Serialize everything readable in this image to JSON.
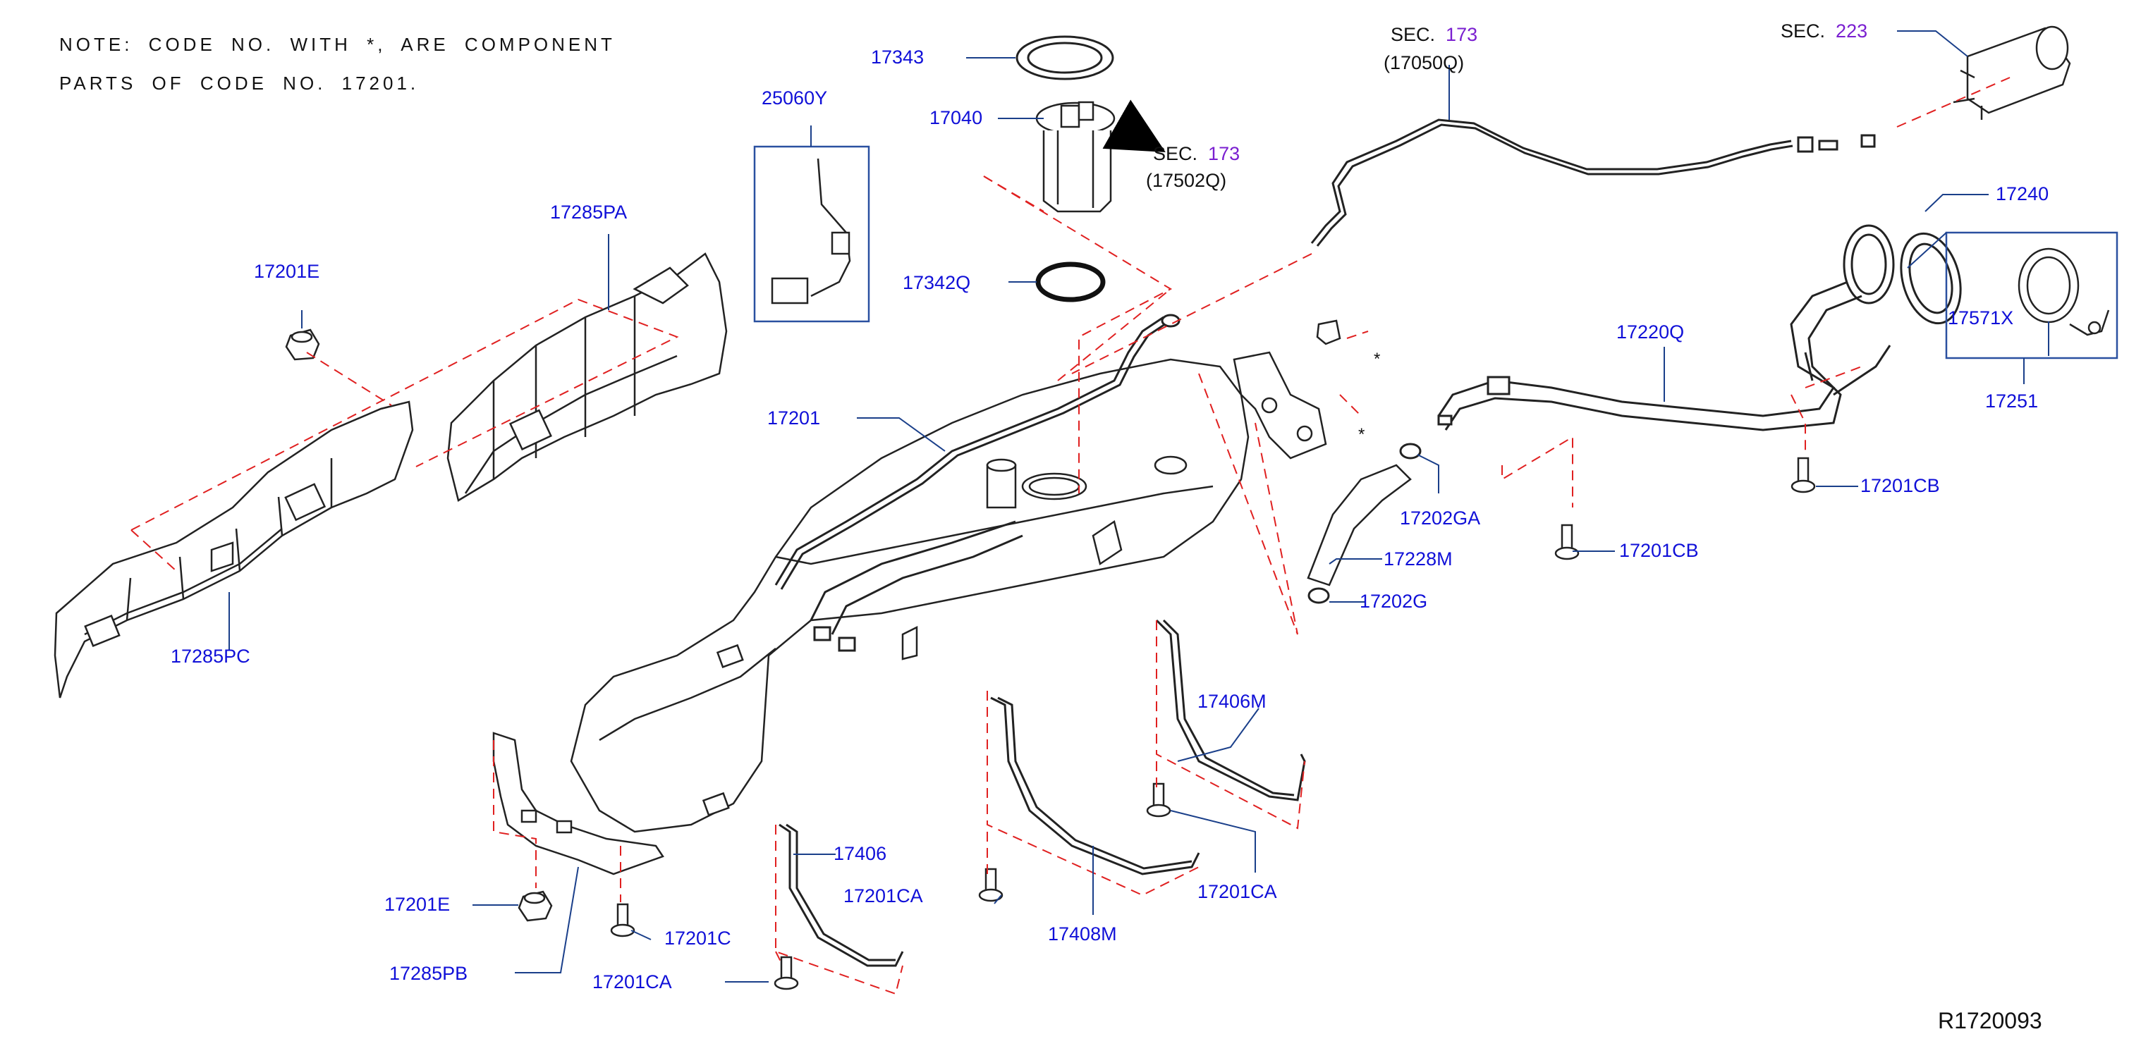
{
  "note": {
    "line1": "NOTE: CODE NO. WITH *, ARE COMPONENT",
    "line2": "PARTS OF CODE NO. 17201."
  },
  "section_refs": {
    "sec_word": "SEC.",
    "fuel_pump_sec": "173",
    "fuel_pump_code": "(17502Q)",
    "vapor_line_sec": "173",
    "vapor_line_code": "(17050Q)",
    "canister_sec": "223"
  },
  "component_marker": "*",
  "parts": {
    "p17343": "17343",
    "p17040": "17040",
    "p25060Y": "25060Y",
    "p17342Q": "17342Q",
    "p17285PA": "17285PA",
    "p17201E_top": "17201E",
    "p17285PC": "17285PC",
    "p17201": "17201",
    "p17240": "17240",
    "p17571X": "17571X",
    "p17251": "17251",
    "p17220Q": "17220Q",
    "p17202GA": "17202GA",
    "p17228M": "17228M",
    "p17202G": "17202G",
    "p17201CB_right": "17201CB",
    "p17201CB_mid": "17201CB",
    "p17406M": "17406M",
    "p17201CA_right": "17201CA",
    "p17408M": "17408M",
    "p17201CA_mid": "17201CA",
    "p17406": "17406",
    "p17201CA_left": "17201CA",
    "p17201E_bottom": "17201E",
    "p17201C": "17201C",
    "p17285PB": "17285PB"
  },
  "figure_id": "R1720093",
  "colors": {
    "label_blue": "#1010d8",
    "section_purple": "#7a1fd0",
    "leader_blue": "#1a3f8a",
    "dashed_red": "#e02020",
    "part_outline": "#222222"
  }
}
